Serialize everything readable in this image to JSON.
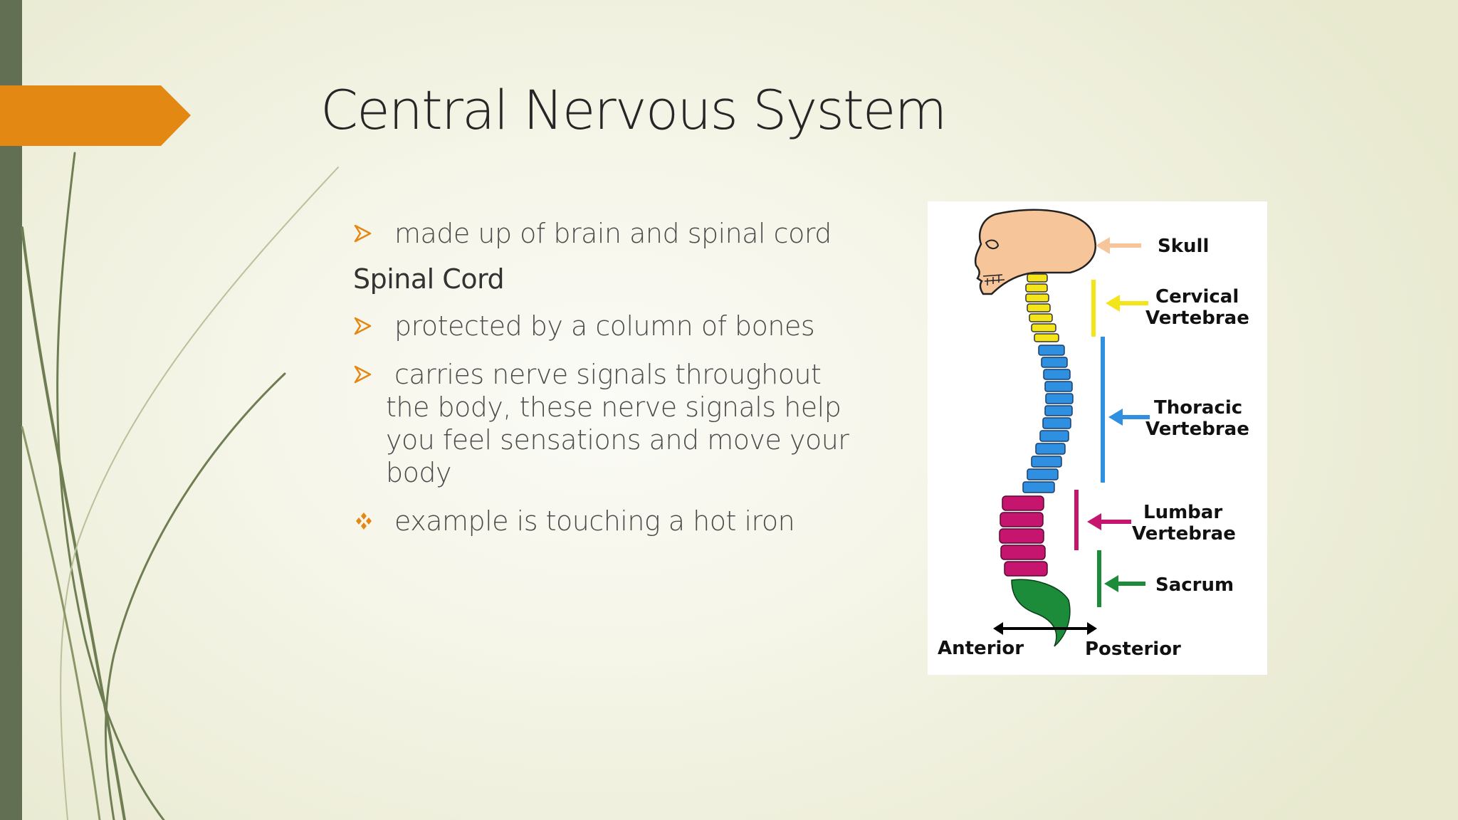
{
  "slide": {
    "title": "Central Nervous System",
    "bullets": [
      {
        "symbol": "arrow",
        "text": "made up of brain and spinal cord"
      },
      {
        "heading": "Spinal Cord"
      },
      {
        "symbol": "arrow",
        "text": "protected by a column of bones"
      },
      {
        "symbol": "arrow",
        "lines": [
          "carries nerve signals throughout",
          "the body, these nerve signals help",
          "you feel sensations and move your",
          "body"
        ]
      },
      {
        "symbol": "diamond",
        "text": "example is touching a hot iron"
      }
    ],
    "colors": {
      "accent": "#e48814",
      "bar": "#636f52",
      "stroke": "#6e7d52"
    }
  },
  "diagram": {
    "labels": {
      "skull": "Skull",
      "cervical_1": "Cervical",
      "cervical_2": "Vertebrae",
      "thoracic_1": "Thoracic",
      "thoracic_2": "Vertebrae",
      "lumbar_1": "Lumbar",
      "lumbar_2": "Vertebrae",
      "sacrum": "Sacrum",
      "anterior": "Anterior",
      "posterior": "Posterior"
    },
    "colors": {
      "skull": "#f6c59a",
      "cervical": "#f4e51a",
      "thoracic": "#2f8fe0",
      "lumbar": "#c5156e",
      "sacrum": "#1c8c3a"
    }
  }
}
